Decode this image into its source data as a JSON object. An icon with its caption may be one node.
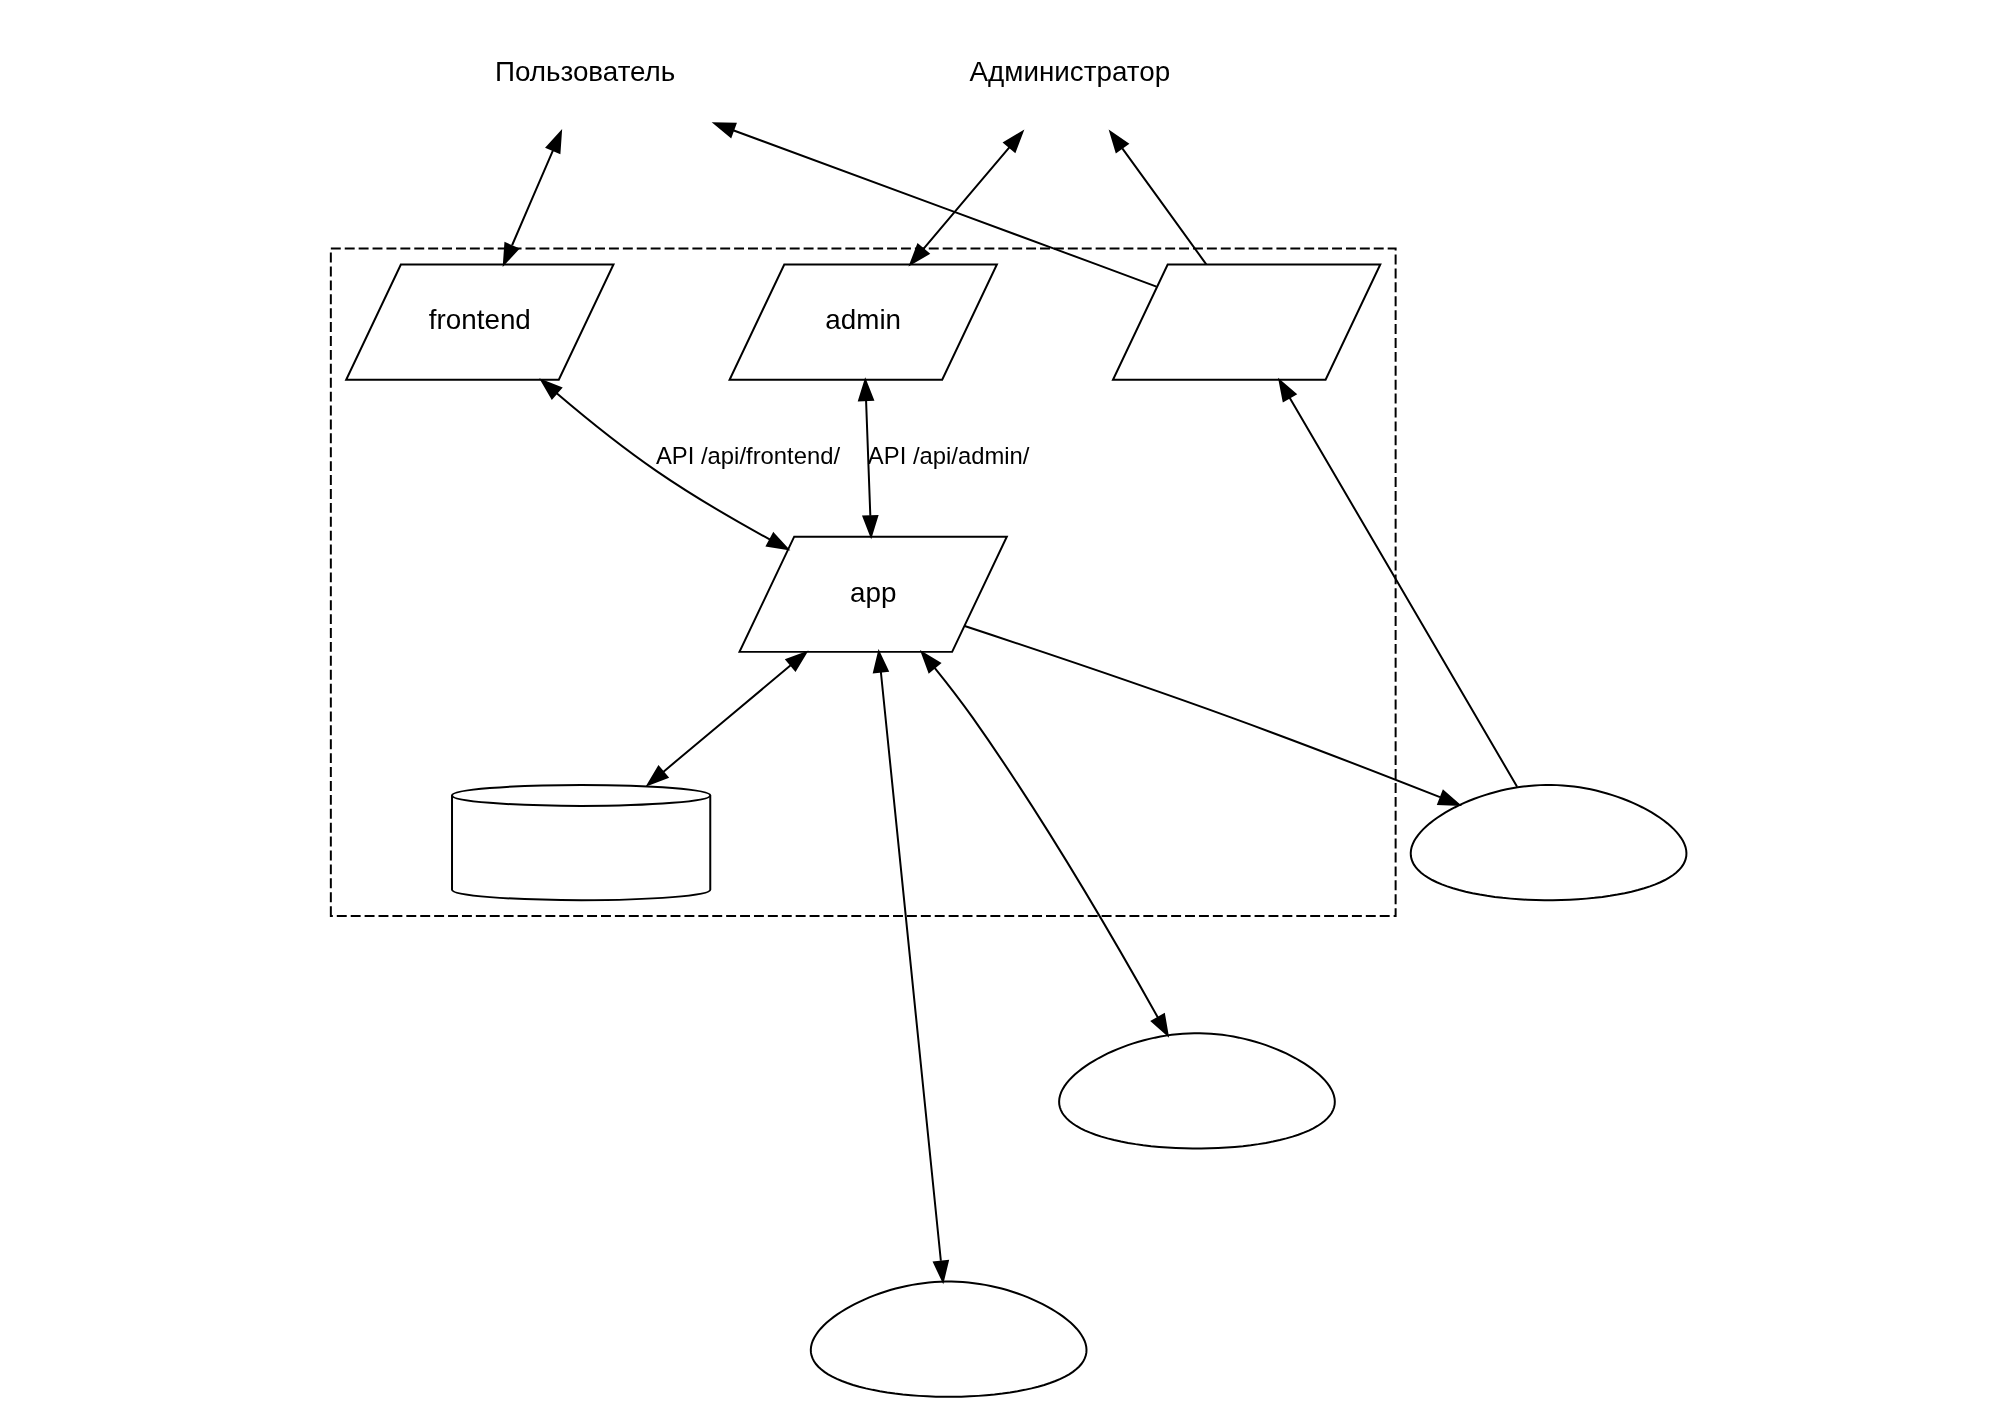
{
  "diagram": {
    "nodes": [
      {
        "text": [],
        "shape": "box"
      },
      {
        "text": [
          "Пользователь"
        ]
      },
      {
        "text": [
          "Администратор"
        ]
      },
      {
        "text": [
          "frontend"
        ],
        "in": 0
      },
      {
        "text": [
          "admin"
        ],
        "in": 0
      },
      {
        "text": [],
        "shape": "parallelogram",
        "in": 0
      },
      {
        "text": [
          "app"
        ],
        "in": 0
      },
      {
        "text": [],
        "shape": "cylinder",
        "in": 0
      },
      {
        "text": [],
        "shape": "cloud"
      },
      {
        "text": [],
        "shape": "cloud"
      },
      {
        "text": [],
        "shape": "cloud"
      }
    ],
    "edges": [
      {
        "from": 1,
        "to": 3,
        "arrow": "both"
      },
      {
        "from": 2,
        "to": 4,
        "arrow": "both"
      },
      {
        "from": 5,
        "to": 1,
        "arrow": "to"
      },
      {
        "from": 5,
        "to": 2,
        "arrow": "to"
      },
      {
        "from": 8,
        "to": 5,
        "arrow": "to"
      },
      {
        "from": 3,
        "to": 6,
        "arrow": "both",
        "label": "API /api/frontend/"
      },
      {
        "from": 4,
        "to": 6,
        "arrow": "both",
        "label": "API /api/admin/"
      },
      {
        "from": 6,
        "to": 8,
        "arrow": "to"
      },
      {
        "from": 6,
        "to": 7,
        "arrow": "both"
      },
      {
        "from": 6,
        "to": 9,
        "arrow": "both"
      },
      {
        "from": 6,
        "to": 10,
        "arrow": "both"
      }
    ]
  }
}
